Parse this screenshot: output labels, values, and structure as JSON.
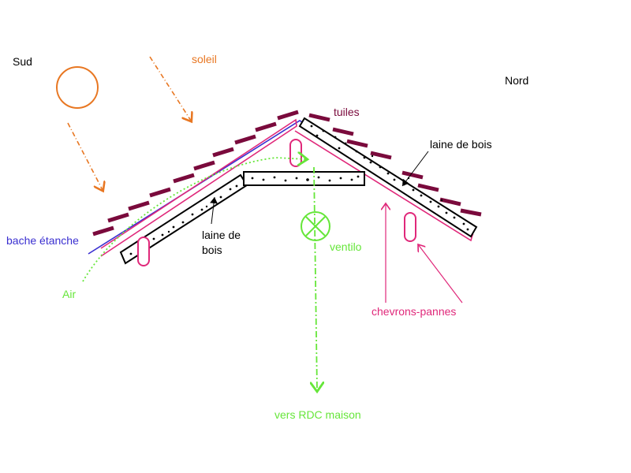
{
  "labels": {
    "sud": "Sud",
    "nord": "Nord",
    "soleil": "soleil",
    "tuiles": "tuiles",
    "laine_top": "laine de bois",
    "laine_left_1": "laine de",
    "laine_left_2": "bois",
    "bache": "bache étanche",
    "air": "Air",
    "ventilo": "ventilo",
    "chevrons": "chevrons-pannes",
    "vers_rdc": "vers RDC maison"
  },
  "colors": {
    "sun": "#e87722",
    "tiles": "#7a0a3c",
    "bache": "#3a2fd0",
    "chevron": "#e0287a",
    "air": "#66e63a",
    "text": "#000000"
  }
}
